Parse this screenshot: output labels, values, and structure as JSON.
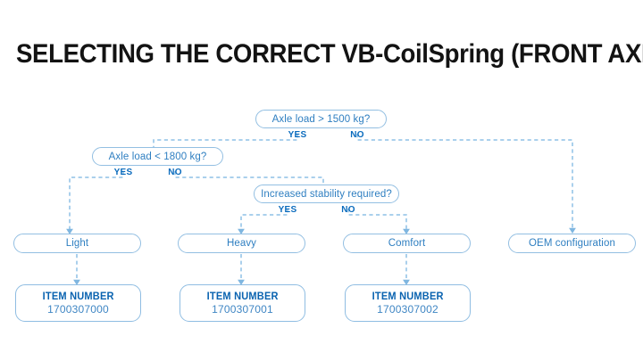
{
  "page": {
    "title": "SELECTING THE CORRECT VB-CoilSpring (FRONT AXLE)",
    "background": "#ffffff",
    "colors": {
      "title_text": "#131313",
      "node_border": "#93bfe2",
      "node_text": "#2f7fc1",
      "branch_label": "#0a6bbd",
      "item_label": "#0a63b0",
      "item_value": "#3f86c4",
      "connector": "#8ec0e6",
      "arrow": "#7fb6e0"
    }
  },
  "flowchart": {
    "type": "decision-tree",
    "decisions": [
      {
        "id": "d1",
        "question": "Axle load > 1500 kg?",
        "yes_label": "YES",
        "no_label": "NO",
        "yes_target": "d2",
        "no_target": "r4"
      },
      {
        "id": "d2",
        "question": "Axle load < 1800 kg?",
        "yes_label": "YES",
        "no_label": "NO",
        "yes_target": "r1",
        "no_target": "d3"
      },
      {
        "id": "d3",
        "question": "Increased stability required?",
        "yes_label": "YES",
        "no_label": "NO",
        "yes_target": "r2",
        "no_target": "r3"
      }
    ],
    "results": [
      {
        "id": "r1",
        "label": "Light"
      },
      {
        "id": "r2",
        "label": "Heavy"
      },
      {
        "id": "r3",
        "label": "Comfort"
      },
      {
        "id": "r4",
        "label": "OEM configuration"
      }
    ],
    "items": [
      {
        "id": "i1",
        "label": "ITEM NUMBER",
        "number": "1700307000",
        "from": "r1"
      },
      {
        "id": "i2",
        "label": "ITEM NUMBER",
        "number": "1700307001",
        "from": "r2"
      },
      {
        "id": "i3",
        "label": "ITEM NUMBER",
        "number": "1700307002",
        "from": "r3"
      }
    ]
  }
}
